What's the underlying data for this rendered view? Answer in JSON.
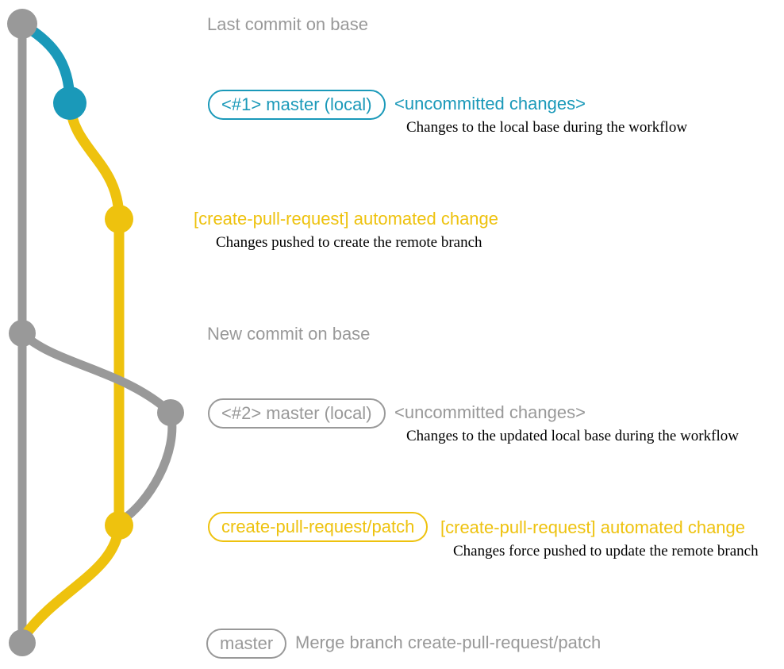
{
  "colors": {
    "teal": "#1a99b9",
    "yellow": "#eec20e",
    "gray": "#999999",
    "ink": "#000000",
    "bg": "#ffffff"
  },
  "graph": {
    "nodes": [
      {
        "id": "base-tip",
        "color": "gray"
      },
      {
        "id": "local-commit-1",
        "color": "teal"
      },
      {
        "id": "patch-commit-1",
        "color": "yellow"
      },
      {
        "id": "base-new-commit",
        "color": "gray"
      },
      {
        "id": "local-commit-2",
        "color": "gray"
      },
      {
        "id": "patch-commit-2",
        "color": "yellow"
      },
      {
        "id": "merge-commit",
        "color": "gray"
      }
    ]
  },
  "annotations": {
    "last_commit": "Last commit on base",
    "new_commit": "New commit on base",
    "step1": {
      "badge": "<#1> master (local)",
      "title": "<uncommitted changes>",
      "desc": "Changes to the local base during the workflow"
    },
    "step2": {
      "title": "[create-pull-request] automated change",
      "desc": "Changes pushed to create the remote branch"
    },
    "step3": {
      "badge": "<#2> master (local)",
      "title": "<uncommitted changes>",
      "desc": "Changes to the updated local base during the workflow"
    },
    "step4": {
      "badge": "create-pull-request/patch",
      "title": "[create-pull-request] automated change",
      "desc": "Changes force pushed to update the remote branch"
    },
    "step5": {
      "badge": "master",
      "title": "Merge branch create-pull-request/patch"
    }
  }
}
